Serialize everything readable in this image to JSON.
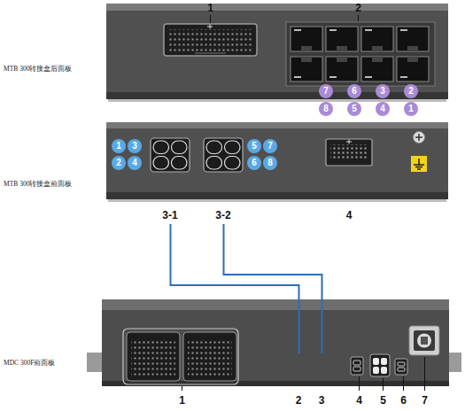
{
  "diagram": {
    "nodes": [
      {
        "text": [
          "7"
        ]
      },
      {
        "text": [
          "6"
        ]
      },
      {
        "text": [
          "3"
        ]
      },
      {
        "text": [
          "2"
        ]
      },
      {
        "text": [
          "8"
        ]
      },
      {
        "text": [
          "5"
        ]
      },
      {
        "text": [
          "4"
        ]
      },
      {
        "text": [
          "1"
        ]
      },
      {
        "text": [
          "1"
        ]
      },
      {
        "text": [
          "3"
        ]
      },
      {
        "text": [
          "2"
        ]
      },
      {
        "text": [
          "4"
        ]
      },
      {
        "text": [
          "3-1"
        ]
      },
      {
        "text": [
          "3-2"
        ]
      },
      {
        "text": [
          "5"
        ]
      },
      {
        "text": [
          "7"
        ]
      },
      {
        "text": [
          "6"
        ]
      },
      {
        "text": [
          "8"
        ]
      },
      {
        "text": [
          "2"
        ]
      },
      {
        "text": [
          "3"
        ]
      }
    ],
    "edges": [
      {
        "from": 12,
        "to": 18,
        "arrow": "none"
      },
      {
        "from": 13,
        "to": 19,
        "arrow": "none"
      }
    ],
    "labels": [
      "MTB 300转接盒后面板",
      "1",
      "2",
      "MTB 300转接盒前面板",
      "4",
      "MDC 300F前面板",
      "1",
      "4",
      "5",
      "6",
      "7"
    ]
  }
}
